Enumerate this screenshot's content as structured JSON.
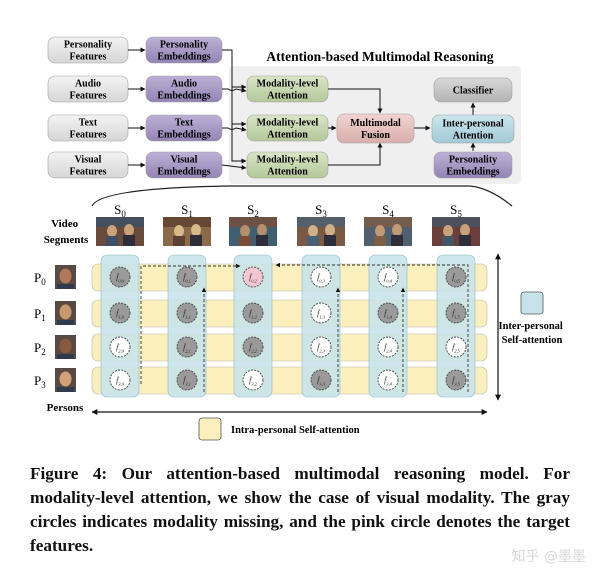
{
  "title": "Attention-based Multimodal Reasoning",
  "inputs": [
    {
      "feature": "Personality\nFeatures",
      "embedding": "Personality\nEmbeddings"
    },
    {
      "feature": "Audio\nFeatures",
      "embedding": "Audio\nEmbeddings"
    },
    {
      "feature": "Text\nFeatures",
      "embedding": "Text\nEmbeddings"
    },
    {
      "feature": "Visual\nFeatures",
      "embedding": "Visual\nEmbeddings"
    }
  ],
  "modality_attention": [
    "Modality-level\nAttention",
    "Modality-level\nAttention",
    "Modality-level\nAttention"
  ],
  "fusion": "Multimodal\nFusion",
  "classifier": "Classifier",
  "inter_personal": "Inter-personal\nAttention",
  "personality_emb_right": "Personality\nEmbeddings",
  "video_segments_label": "Video\nSegments",
  "segments": [
    "S0",
    "S1",
    "S2",
    "S3",
    "S4",
    "S5"
  ],
  "persons": [
    "P0",
    "P1",
    "P2",
    "P3"
  ],
  "persons_label": "Persons",
  "inter_legend": "Inter-personal\nSelf-attention",
  "intra_legend": "Intra-personal Self-attention",
  "grid": [
    [
      "missing",
      "missing",
      "target",
      "normal",
      "normal",
      "missing"
    ],
    [
      "missing",
      "missing",
      "missing",
      "normal",
      "missing",
      "missing"
    ],
    [
      "normal",
      "missing",
      "missing",
      "normal",
      "normal",
      "normal"
    ],
    [
      "normal",
      "missing",
      "normal",
      "missing",
      "normal",
      "missing"
    ]
  ],
  "colors": {
    "feature": "#e3e3e3",
    "embedding": "#a99ac6",
    "attention": "#c8d8b0",
    "fusion": "#e8c4c2",
    "classifier": "#c8c8c8",
    "inter_personal": "#b8dae2",
    "panel": "#efefef",
    "intra_row": "#fbefbe",
    "inter_col": "#c6e3ec",
    "circle_missing": "#9a9a9a",
    "circle_target": "#f2c7d3",
    "circle_normal": "#ffffff"
  },
  "caption": "Figure 4: Our attention-based multimodal reasoning model. For modality-level attention, we show the case of visual modality. The gray circles indicates modality missing, and the pink circle denotes the target features.",
  "watermark": "知乎 @墨墨"
}
